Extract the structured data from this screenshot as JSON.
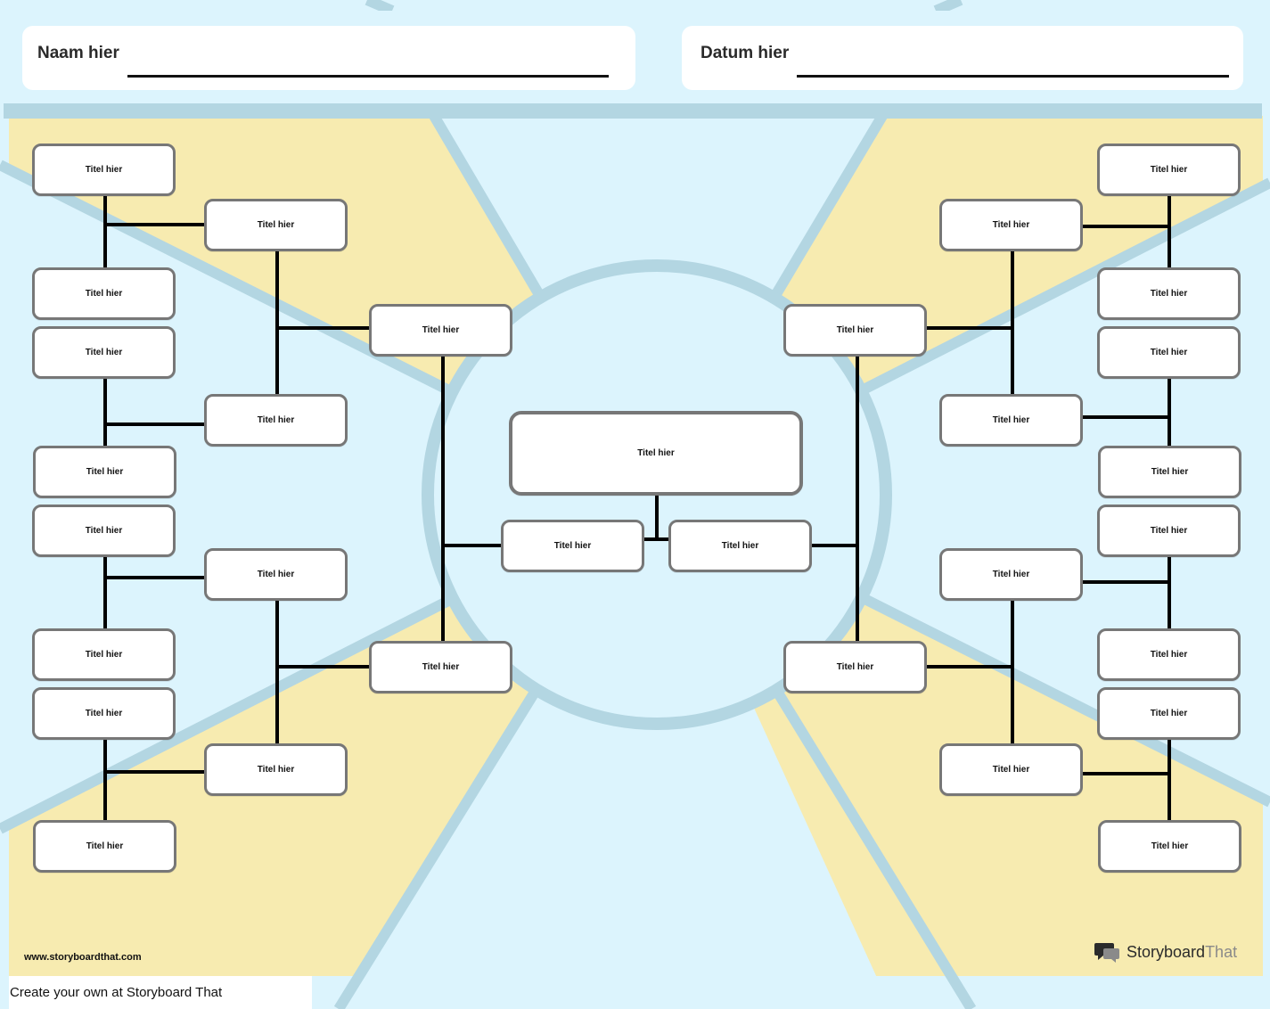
{
  "header": {
    "name_label": "Naam hier",
    "date_label": "Datum hier"
  },
  "nodes": {
    "center": "Titel hier",
    "mid_left": "Titel hier",
    "mid_right": "Titel hier",
    "left_r1_top": "Titel hier",
    "left_r1_bottom": "Titel hier",
    "right_r1_top": "Titel hier",
    "right_r1_bottom": "Titel hier",
    "left_r2_1": "Titel hier",
    "left_r2_2": "Titel hier",
    "left_r2_3": "Titel hier",
    "left_r2_4": "Titel hier",
    "right_r2_1": "Titel hier",
    "right_r2_2": "Titel hier",
    "right_r2_3": "Titel hier",
    "right_r2_4": "Titel hier",
    "left_r3_1": "Titel hier",
    "left_r3_2": "Titel hier",
    "left_r3_3": "Titel hier",
    "left_r3_4": "Titel hier",
    "left_r3_5": "Titel hier",
    "left_r3_6": "Titel hier",
    "left_r3_7": "Titel hier",
    "left_r3_8": "Titel hier",
    "right_r3_1": "Titel hier",
    "right_r3_2": "Titel hier",
    "right_r3_3": "Titel hier",
    "right_r3_4": "Titel hier",
    "right_r3_5": "Titel hier",
    "right_r3_6": "Titel hier",
    "right_r3_7": "Titel hier",
    "right_r3_8": "Titel hier"
  },
  "footer": {
    "url": "www.storyboardthat.com",
    "cta": "Create your own at Storyboard That",
    "brand_a": "Storyboard",
    "brand_b": "That"
  },
  "colors": {
    "sky": "#dcf4fd",
    "sand": "#f7ebb0",
    "ray": "#b3d6e2",
    "box_border": "#777777",
    "connector": "#000000"
  }
}
